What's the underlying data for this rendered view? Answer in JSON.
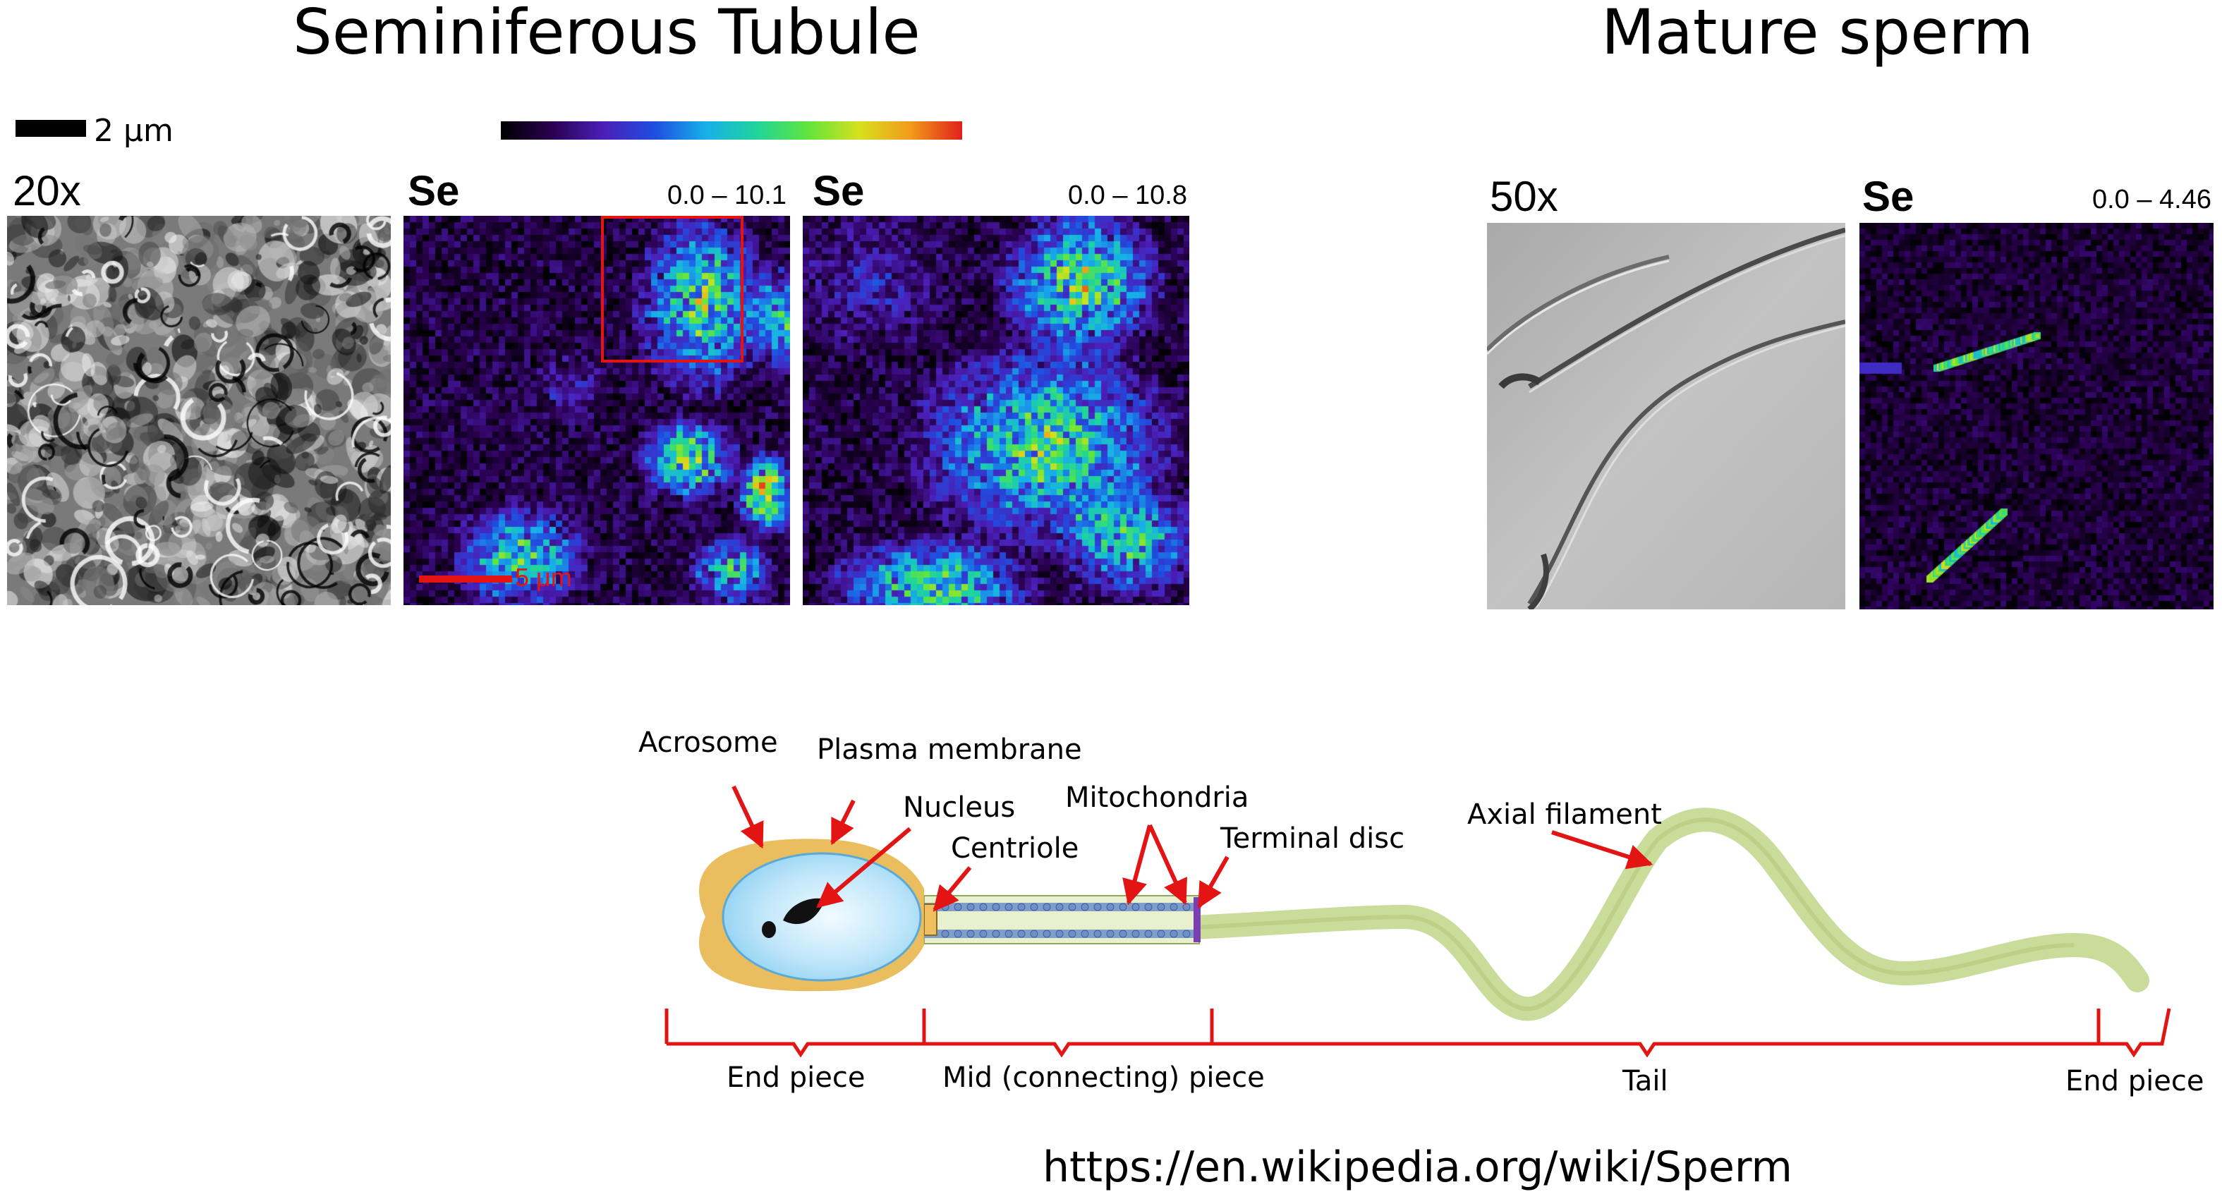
{
  "titles": {
    "left": "Seminiferous Tubule",
    "right": "Mature sperm"
  },
  "scalebar_top": "2 μm",
  "colorbar": {
    "stops": [
      "#000000",
      "#2a0050",
      "#4b1fb8",
      "#1f4de0",
      "#17b0ea",
      "#1fd59a",
      "#62e53c",
      "#d7e01d",
      "#f29a1a",
      "#e0201a"
    ]
  },
  "panels": {
    "optical_20x": {
      "magnification": "20x"
    },
    "se_map_1": {
      "element": "Se",
      "range": "0.0 – 10.1",
      "scalebar": "5 μm"
    },
    "se_map_2": {
      "element": "Se",
      "range": "0.0 – 10.8"
    },
    "optical_50x": {
      "magnification": "50x"
    },
    "se_map_3": {
      "element": "Se",
      "range": "0.0 – 4.46"
    }
  },
  "diagram": {
    "labels": {
      "acrosome": "Acrosome",
      "plasma_membrane": "Plasma membrane",
      "nucleus": "Nucleus",
      "centriole": "Centriole",
      "mitochondria": "Mitochondria",
      "terminal_disc": "Terminal disc",
      "axial_filament": "Axial filament"
    },
    "segments": {
      "head": "End piece",
      "mid": "Mid (connecting) piece",
      "tail": "Tail",
      "end": "End piece"
    },
    "colors": {
      "arrow": "#e31414",
      "head_fill": "#bfe6fa",
      "head_border": "#e8b64c",
      "tail": "#c9dc9a",
      "mito_bead": "#6f8fc9"
    }
  },
  "source_url": "https://en.wikipedia.org/wiki/Sperm"
}
